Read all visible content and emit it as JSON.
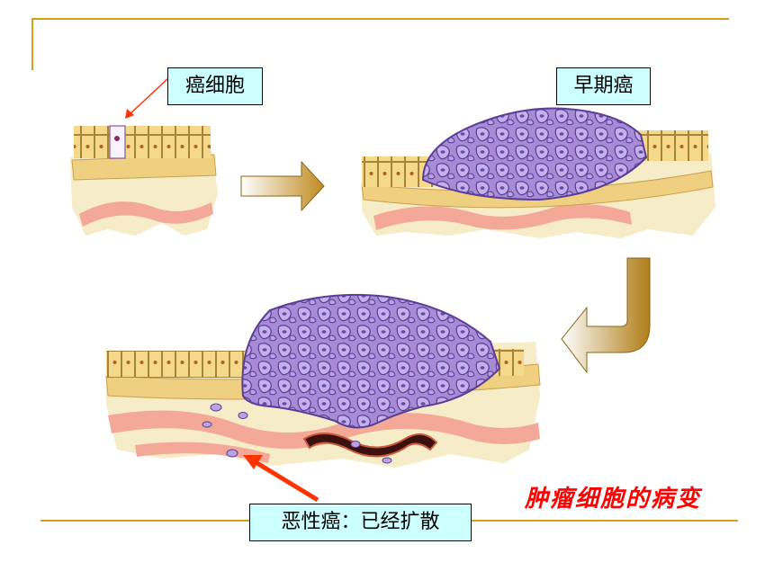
{
  "labels": {
    "cancer_cell": "癌细胞",
    "early_cancer": "早期癌",
    "malignant_spread": "恶性癌：已经扩散"
  },
  "title": "肿瘤细胞的病变",
  "colors": {
    "rule": "#d4a017",
    "label_fill": "#ccffff",
    "title": "#ff0000",
    "pointer_arrow": "#ff3300",
    "flow_arrow_start": "#ffffff",
    "flow_arrow_end": "#c08a20",
    "epithelium": "#f5d98a",
    "tumor": "#a78bd6",
    "vessel": "#f28a78"
  },
  "icons": [
    "flow-arrow-right",
    "flow-arrow-curved-down-left",
    "pointer-arrow"
  ]
}
